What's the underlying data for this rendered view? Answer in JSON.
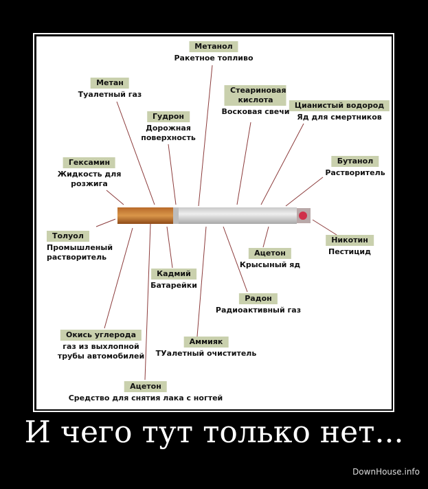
{
  "labels": [
    {
      "name": "Метанол",
      "desc": [
        "Ракетное топливо"
      ]
    },
    {
      "name": "Метан",
      "desc": [
        "Туалетный газ"
      ]
    },
    {
      "name": "Гудрон",
      "desc": [
        "Дорожная",
        "поверхность"
      ]
    },
    {
      "name": "Стеариновая кислота",
      "desc": [
        "Восковая свечи"
      ]
    },
    {
      "name": "Цианистый водород",
      "desc": [
        "Яд для смертников"
      ]
    },
    {
      "name": "Гексамин",
      "desc": [
        "Жидкость для",
        "розжига"
      ]
    },
    {
      "name": "Бутанол",
      "desc": [
        "Растворитель"
      ]
    },
    {
      "name": "Толуол",
      "desc": [
        "Промышленый",
        "растворитель"
      ]
    },
    {
      "name": "Никотин",
      "desc": [
        "Пестицид"
      ]
    },
    {
      "name": "Ацетон",
      "desc": [
        "Крысыный яд"
      ]
    },
    {
      "name": "Кадмий",
      "desc": [
        "Батарейки"
      ]
    },
    {
      "name": "Радон",
      "desc": [
        "Радиоактивный газ"
      ]
    },
    {
      "name": "Окись углерода",
      "desc": [
        "газ из выхлопной",
        "трубы автомобилей"
      ]
    },
    {
      "name": "Аммияк",
      "desc": [
        "ТУалетный очиститель"
      ]
    },
    {
      "name": "Ацетон",
      "desc": [
        "Средство для снятия лака с ногтей"
      ]
    }
  ],
  "caption": "И чего тут только нет...",
  "watermark": "DownHouse.info",
  "colors": {
    "label_bg": "#c9d0ad",
    "line": "#8b3a3a"
  }
}
